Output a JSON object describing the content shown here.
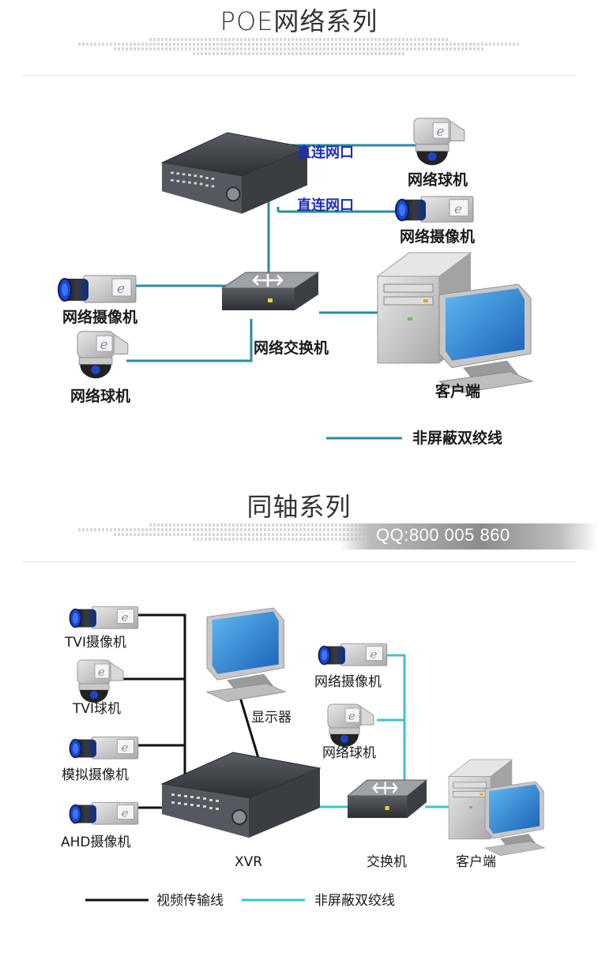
{
  "poe": {
    "title": "POE网络系列",
    "links": {
      "direct_top": "直连网口",
      "direct_bottom": "直连网口"
    },
    "devices": {
      "dome_right": "网络球机",
      "camera_right": "网络摄像机",
      "camera_left": "网络摄像机",
      "dome_left": "网络球机",
      "switch": "网络交换机",
      "client": "客户端"
    },
    "legend": {
      "utp": "非屏蔽双绞线"
    }
  },
  "coax": {
    "title": "同轴系列",
    "qq": "QQ:800 005 860",
    "devices": {
      "tvi_camera": "TVI摄像机",
      "tvi_dome": "TVI球机",
      "analog_camera": "模拟摄像机",
      "ahd_camera": "AHD摄像机",
      "monitor": "显示器",
      "xvr": "XVR",
      "net_camera": "网络摄像机",
      "net_dome": "网络球机",
      "switch": "交换机",
      "client": "客户端"
    },
    "legend": {
      "video": "视频传输线",
      "utp": "非屏蔽双绞线"
    }
  },
  "colors": {
    "utp_poe": "#2e8a9e",
    "utp_coax": "#3cc4cc",
    "video": "#111111",
    "label_blue": "#1c2fb8"
  }
}
